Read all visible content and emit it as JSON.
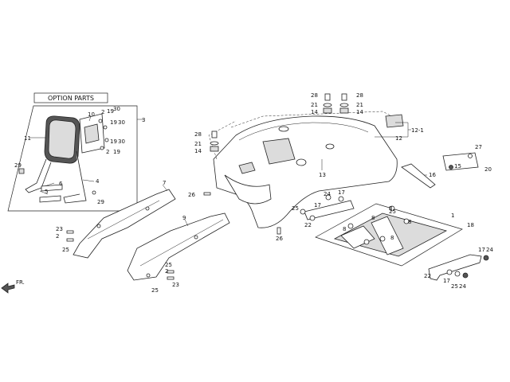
{
  "watermark": {
    "rows": [
      "",
      "",
      ""
    ]
  },
  "option_parts": {
    "title": "OPTION PARTS"
  },
  "direction_marker": {
    "text": "FR."
  },
  "callouts": {
    "c1": "1",
    "c2": "2",
    "c3": "3",
    "c4": "4",
    "c5": "5",
    "c6": "6",
    "c7": "7",
    "c8": "8",
    "c9": "9",
    "c10": "10",
    "c11": "11",
    "c12": "12",
    "c12_1": "12-1",
    "c13": "13",
    "c14": "14",
    "c15": "15",
    "c16": "16",
    "c17": "17",
    "c18": "18",
    "c19": "19",
    "c20": "20",
    "c21": "21",
    "c22": "22",
    "c23": "23",
    "c24": "24",
    "c25": "25",
    "c26": "26",
    "c27": "27",
    "c28": "28",
    "c29": "29",
    "c30": "30"
  }
}
